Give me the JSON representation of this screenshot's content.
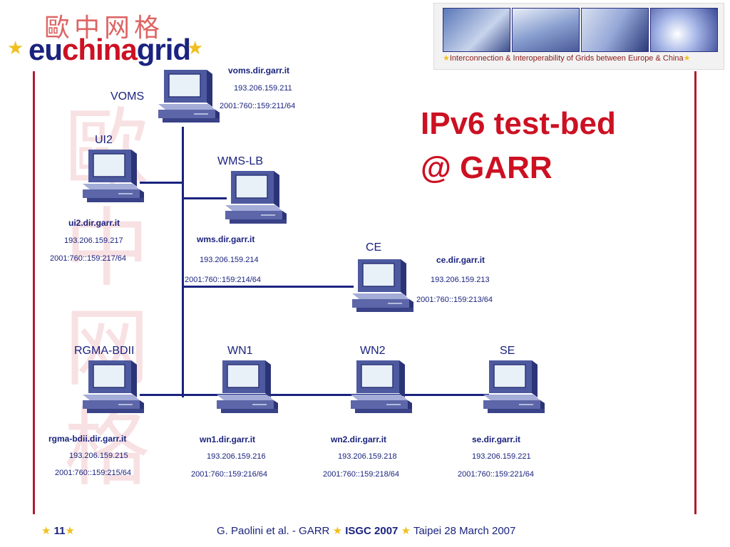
{
  "logo": {
    "text_eu": "eu",
    "text_china": "china",
    "text_grid": "grid",
    "chinese": "歐中网格"
  },
  "banner": {
    "caption": "Interconnection & Interoperability of Grids between Europe & China"
  },
  "title": {
    "line1": "IPv6 test-bed",
    "line2": "@ GARR"
  },
  "nodes": {
    "voms": {
      "label": "VOMS",
      "host": "voms.dir.garr.it",
      "ipv4": "193.206.159.211",
      "ipv6": "2001:760::159:211/64"
    },
    "ui2": {
      "label": "UI2",
      "host": "ui2.dir.garr.it",
      "ipv4": "193.206.159.217",
      "ipv6": "2001:760::159:217/64"
    },
    "wmslb": {
      "label": "WMS-LB",
      "host": "wms.dir.garr.it",
      "ipv4": "193.206.159.214",
      "ipv6": "2001:760::159:214/64"
    },
    "ce": {
      "label": "CE",
      "host": "ce.dir.garr.it",
      "ipv4": "193.206.159.213",
      "ipv6": "2001:760::159:213/64"
    },
    "rgma": {
      "label": "RGMA-BDII",
      "host": "rgma-bdii.dir.garr.it",
      "ipv4": "193.206.159.215",
      "ipv6": "2001:760::159:215/64"
    },
    "wn1": {
      "label": "WN1",
      "host": "wn1.dir.garr.it",
      "ipv4": "193.206.159.216",
      "ipv6": "2001:760::159:216/64"
    },
    "wn2": {
      "label": "WN2",
      "host": "wn2.dir.garr.it",
      "ipv4": "193.206.159.218",
      "ipv6": "2001:760::159:218/64"
    },
    "se": {
      "label": "SE",
      "host": "se.dir.garr.it",
      "ipv4": "193.206.159.221",
      "ipv6": "2001:760::159:221/64"
    }
  },
  "footer": {
    "page_number": "11",
    "author": "G. Paolini et al. - GARR",
    "event": "ISGC 2007",
    "place_date": "Taipei 28 March 2007"
  },
  "colors": {
    "accent_red": "#cc1122",
    "navy": "#1a237e",
    "star": "#f0c020"
  }
}
